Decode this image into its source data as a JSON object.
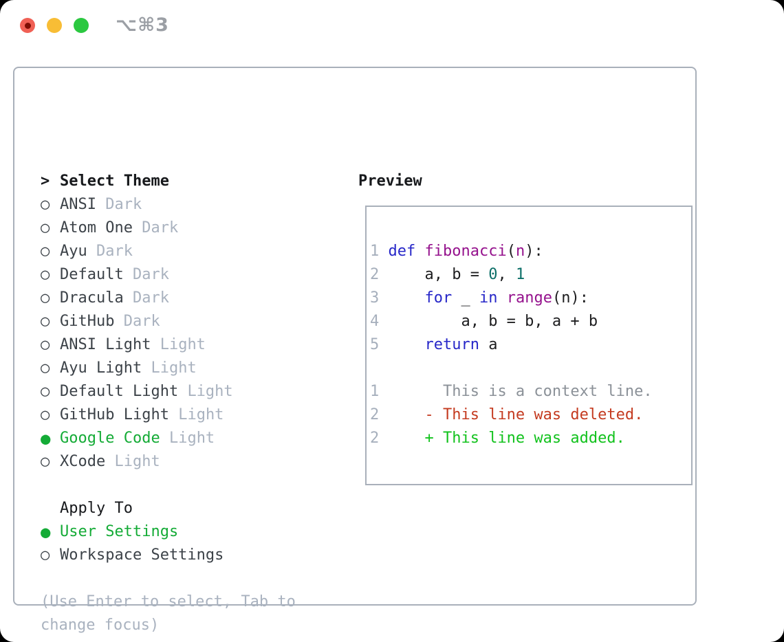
{
  "titlebar": {
    "shortcut": "⌥⌘3",
    "traffic_lights": [
      {
        "name": "close",
        "color": "#f06055",
        "focused": true
      },
      {
        "name": "minimize",
        "color": "#f8bd35",
        "focused": false
      },
      {
        "name": "zoom",
        "color": "#2bc840",
        "focused": false
      }
    ]
  },
  "glyphs": {
    "header_prefix": ">",
    "radio_unselected": "○",
    "radio_selected": "●"
  },
  "theme_picker": {
    "header": "Select Theme",
    "themes": [
      {
        "name": "ANSI",
        "variant": "Dark",
        "selected": false
      },
      {
        "name": "Atom One",
        "variant": "Dark",
        "selected": false
      },
      {
        "name": "Ayu",
        "variant": "Dark",
        "selected": false
      },
      {
        "name": "Default",
        "variant": "Dark",
        "selected": false
      },
      {
        "name": "Dracula",
        "variant": "Dark",
        "selected": false
      },
      {
        "name": "GitHub",
        "variant": "Dark",
        "selected": false
      },
      {
        "name": "ANSI Light",
        "variant": "Light",
        "selected": false
      },
      {
        "name": "Ayu Light",
        "variant": "Light",
        "selected": false
      },
      {
        "name": "Default Light",
        "variant": "Light",
        "selected": false
      },
      {
        "name": "GitHub Light",
        "variant": "Light",
        "selected": false
      },
      {
        "name": "Google Code",
        "variant": "Light",
        "selected": true
      },
      {
        "name": "XCode",
        "variant": "Light",
        "selected": false
      }
    ],
    "apply_to": {
      "label": "Apply To",
      "options": [
        {
          "label": "User Settings",
          "selected": true
        },
        {
          "label": "Workspace Settings",
          "selected": false
        }
      ]
    },
    "help_lines": [
      "(Use Enter to select, Tab to",
      "change focus)"
    ]
  },
  "preview": {
    "label": "Preview",
    "code_lines": [
      {
        "num": "1",
        "tokens": [
          {
            "text": "def",
            "type": "kw"
          },
          {
            "text": " ",
            "type": "pln"
          },
          {
            "text": "fibonacci",
            "type": "fn"
          },
          {
            "text": "(",
            "type": "pln"
          },
          {
            "text": "n",
            "type": "fn"
          },
          {
            "text": "):",
            "type": "pln"
          }
        ]
      },
      {
        "num": "2",
        "tokens": [
          {
            "text": "    a, b = ",
            "type": "pln"
          },
          {
            "text": "0",
            "type": "lit"
          },
          {
            "text": ", ",
            "type": "pln"
          },
          {
            "text": "1",
            "type": "lit"
          }
        ]
      },
      {
        "num": "3",
        "tokens": [
          {
            "text": "    ",
            "type": "pln"
          },
          {
            "text": "for",
            "type": "kw"
          },
          {
            "text": " _ ",
            "type": "pln"
          },
          {
            "text": "in",
            "type": "kw"
          },
          {
            "text": " ",
            "type": "pln"
          },
          {
            "text": "range",
            "type": "fn"
          },
          {
            "text": "(n):",
            "type": "pln"
          }
        ]
      },
      {
        "num": "4",
        "tokens": [
          {
            "text": "        a, b = b, a + b",
            "type": "pln"
          }
        ]
      },
      {
        "num": "5",
        "tokens": [
          {
            "text": "    ",
            "type": "pln"
          },
          {
            "text": "return",
            "type": "kw"
          },
          {
            "text": " a",
            "type": "pln"
          }
        ]
      }
    ],
    "diff_lines": [
      {
        "num": "1",
        "text": "      This is a context line.",
        "type": "context"
      },
      {
        "num": "2",
        "text": "    - This line was deleted.",
        "type": "deleted"
      },
      {
        "num": "2",
        "text": "    + This line was added.",
        "type": "added"
      }
    ]
  },
  "colors": {
    "kw": "#2727c8",
    "fn": "#95128d",
    "lit": "#0c6f68",
    "pln": "#1d1d1f",
    "linenum": "#a6afbc",
    "ctx": "#8b9198",
    "del": "#c43b20",
    "add": "#12c21d",
    "ui-green": "#14ab36",
    "dim": "#a9b2bf",
    "name": "#3c4248",
    "heading": "#17191c",
    "border": "#a9b0ba",
    "shortcut": "#9b9fa5",
    "tl-red": "#f06055",
    "tl-red-dot": "#7e0d04",
    "tl-yellow": "#f8bd35",
    "tl-green": "#2bc840"
  }
}
